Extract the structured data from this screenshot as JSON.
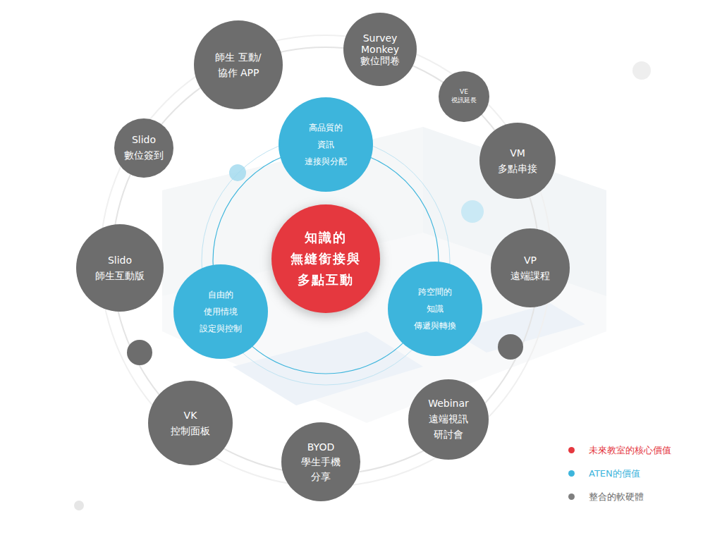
{
  "diagram": {
    "nodes": [
      {
        "text": [
          "知識的 無縫銜接與 多點互動"
        ]
      },
      {
        "text": [
          "高品質的 資訊 連接與分配"
        ]
      },
      {
        "text": [
          "自由的 使用情境 設定與控制"
        ]
      },
      {
        "text": [
          "跨空間的 知識 傳遞與轉換"
        ]
      },
      {
        "text": [
          "師生 互動/協作 APP"
        ]
      },
      {
        "text": [
          "Survey Monkey 數位問卷"
        ]
      },
      {
        "text": [
          "VE 視訊延長"
        ]
      },
      {
        "text": [
          "VM 多點串接"
        ]
      },
      {
        "text": [
          "VP 遠端課程"
        ]
      },
      {
        "text": [
          "Webinar 遠端視訊 研討會"
        ]
      },
      {
        "text": [
          "BYOD 學生手機 分享"
        ]
      },
      {
        "text": [
          "VK 控制面板"
        ]
      },
      {
        "text": [
          "Slido 師生互動版"
        ]
      },
      {
        "text": [
          "Slido 數位簽到"
        ]
      }
    ],
    "legend": [
      {
        "text": "未來教室的核心價值",
        "color": "#e5383f"
      },
      {
        "text": "ATEN的價值",
        "color": "#3db5dc"
      },
      {
        "text": "整合的軟硬體",
        "color": "#7f7f7f"
      }
    ]
  }
}
